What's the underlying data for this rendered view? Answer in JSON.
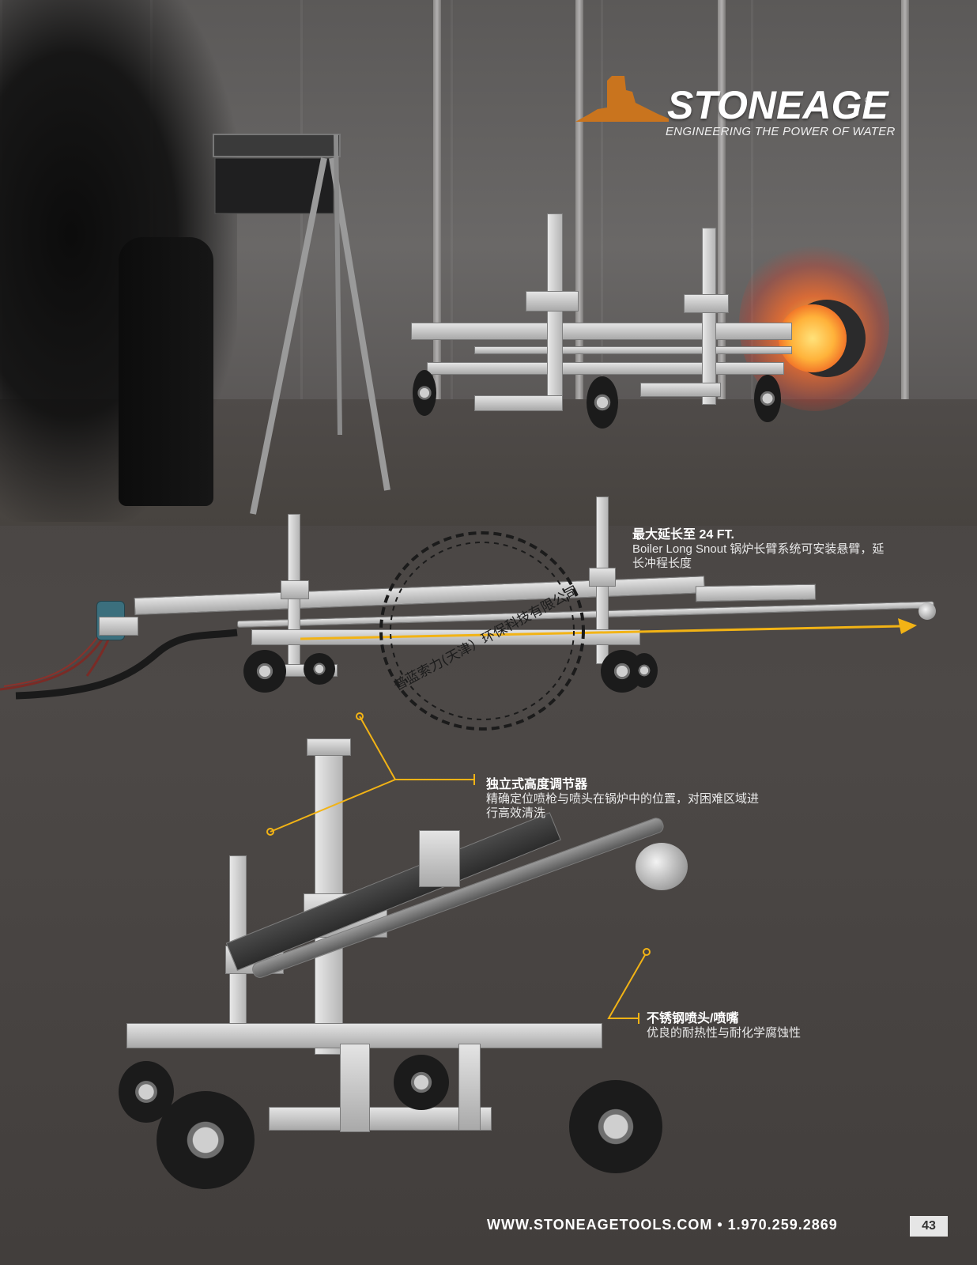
{
  "brand": {
    "name": "STONEAGE",
    "registered": "®",
    "tagline": "ENGINEERING THE POWER OF WATER",
    "logo_color": "#c9741e"
  },
  "callouts": {
    "extension": {
      "title_prefix": "最大延长至 ",
      "title_value": "24 FT.",
      "body": "Boiler Long Snout 锅炉长臂系统可安装悬臂，延长冲程长度",
      "arrow_color": "#f2b315"
    },
    "height": {
      "title": "独立式高度调节器",
      "body": "精确定位喷枪与喷头在锅炉中的位置，对困难区域进行高效清洗",
      "line_color": "#f2b315"
    },
    "nozzle": {
      "title": "不锈钢喷头/喷嘴",
      "body": "优良的耐热性与耐化学腐蚀性",
      "line_color": "#f2b315"
    }
  },
  "watermark": {
    "text": "普蓝索力(天津）环保科技有限公司"
  },
  "footer": {
    "url_phone": "WWW.STONEAGETOOLS.COM • 1.970.259.2869",
    "page_number": "43"
  },
  "icons": [
    "mesa-logo-icon",
    "callout-dot-icon",
    "arrow-right-icon",
    "wheel-icon"
  ]
}
